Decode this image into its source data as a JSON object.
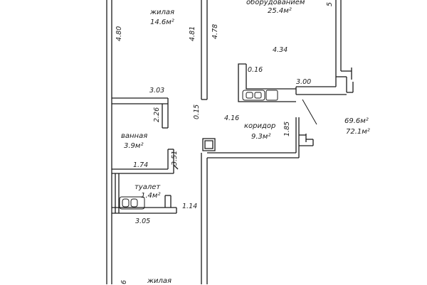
{
  "rooms": {
    "living_top": {
      "name": "жилая",
      "area": "14.6м²"
    },
    "kitchen": {
      "name_fragment": "оборудованием",
      "area": "25.4м²"
    },
    "bathroom": {
      "name": "ванная",
      "area": "3.9м²"
    },
    "corridor": {
      "name": "коридор",
      "area": "9.3м²"
    },
    "toilet": {
      "name": "туалет",
      "area": "1.4м²"
    },
    "living_bottom": {
      "name_fragment": "жилая"
    }
  },
  "totals": {
    "living_area": "69.6м²",
    "total_area": "72.1м²"
  },
  "dimensions": {
    "d480": "4.80",
    "d481": "4.81",
    "d478": "4.78",
    "d434": "4.34",
    "d016": "0.16",
    "d300": "3.00",
    "d303": "3.03",
    "d226": "2.26",
    "d015": "0.15",
    "d416": "4.16",
    "d185": "1.85",
    "d351": "3.51",
    "d174": "1.74",
    "d114": "1.14",
    "d305": "3.05",
    "d_top_right_fragment": "5",
    "d_bottom_left_fragment": "6"
  },
  "colors": {
    "ink": "#1a1a1a",
    "background": "#ffffff"
  }
}
